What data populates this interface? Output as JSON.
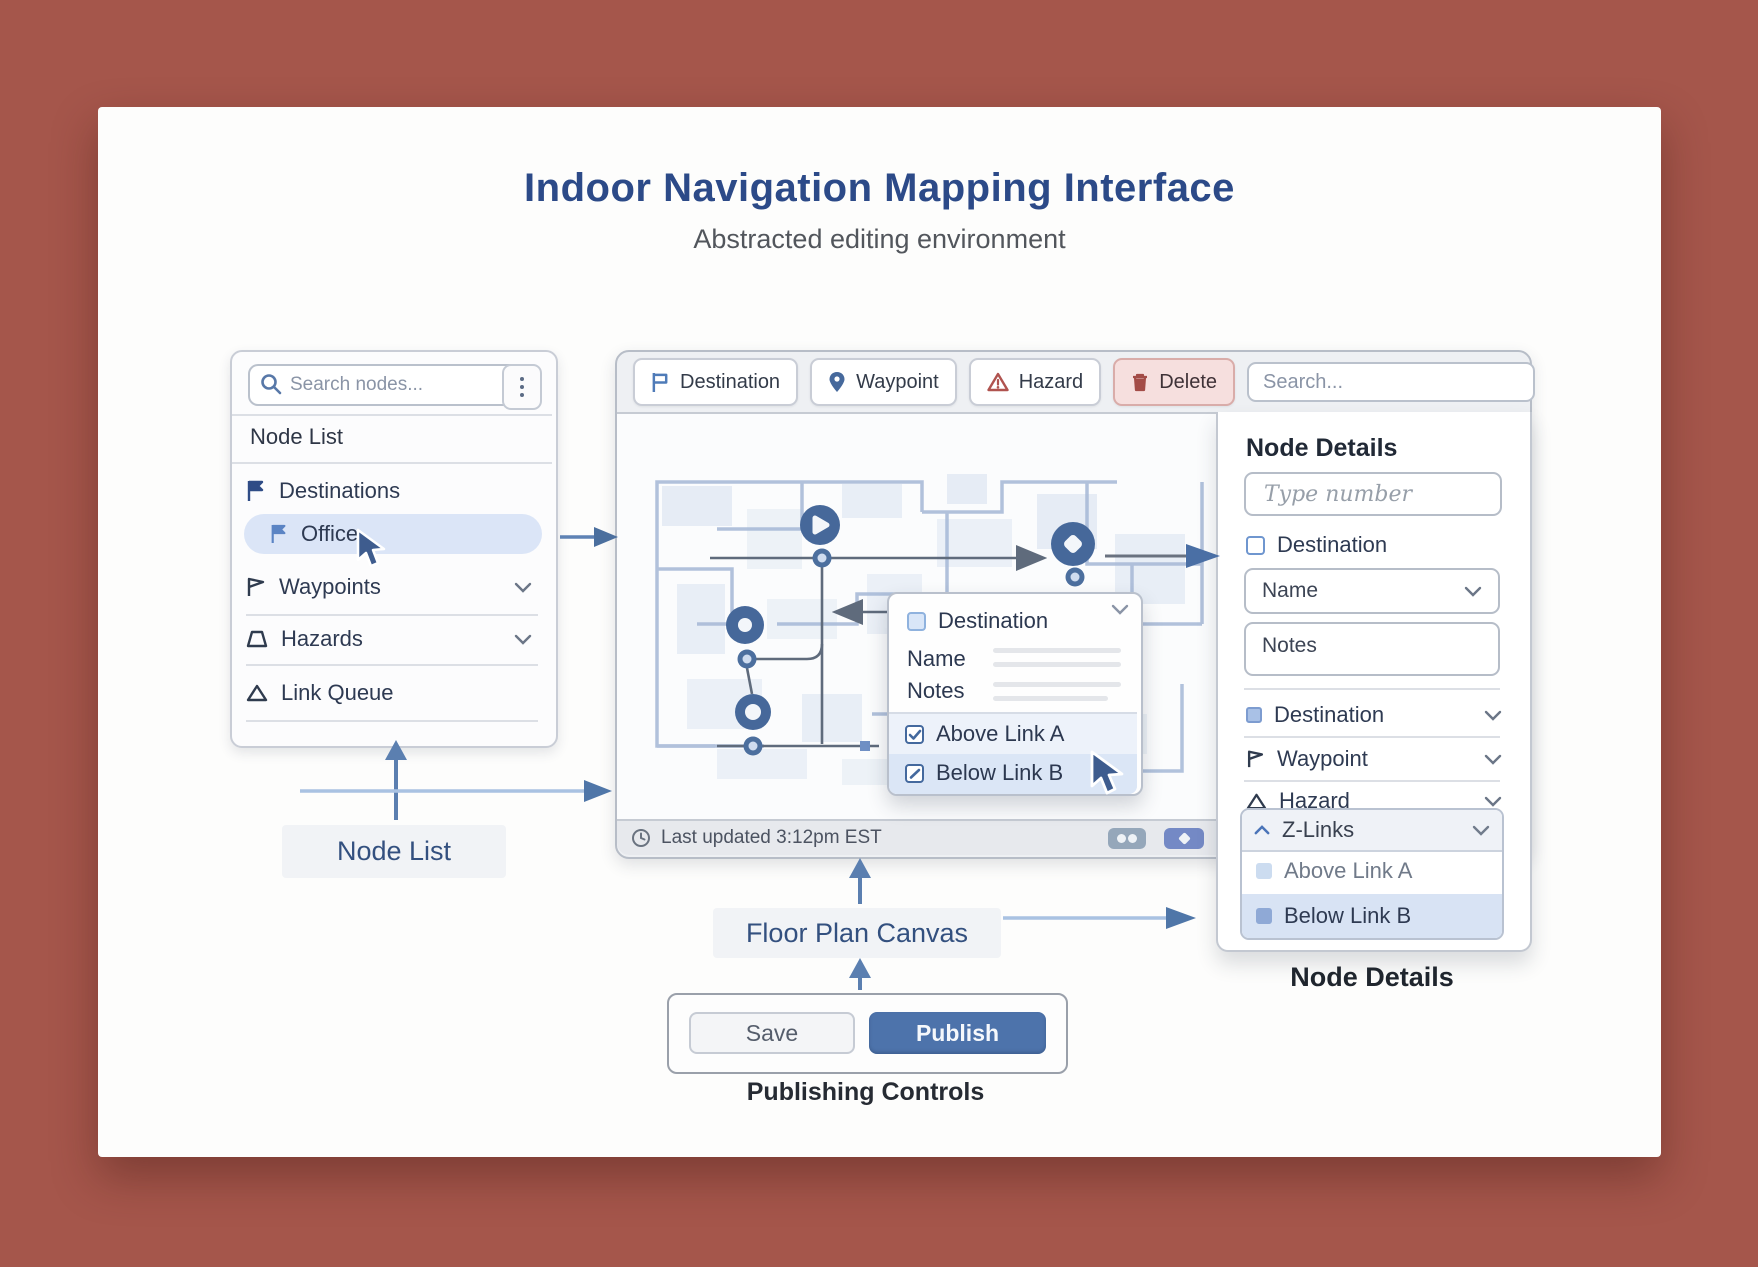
{
  "page": {
    "title": "Indoor Navigation Mapping Interface",
    "subtitle": "Abstracted editing environment"
  },
  "colors": {
    "background": "#a5564b",
    "accent_blue": "#5b7fb0",
    "node_blue": "#46689a",
    "selection_blue": "#dbe5f7",
    "publish_blue": "#4d73ab",
    "danger_red": "#a34c47",
    "title_navy": "#2c4a88"
  },
  "node_list_panel": {
    "search_placeholder": "Search nodes...",
    "menu_icon": "kebab-menu-icon",
    "header": "Node List",
    "items": [
      {
        "label": "Destinations",
        "icon": "flag-icon"
      },
      {
        "label": "Office",
        "icon": "flag-icon",
        "selected": true
      },
      {
        "label": "Waypoints",
        "icon": "pennant-icon",
        "expandable": true
      },
      {
        "label": "Hazards",
        "icon": "triangle-icon",
        "expandable": true
      },
      {
        "label": "Link Queue",
        "icon": "triangle-icon"
      }
    ],
    "caption": "Node List"
  },
  "toolbar": {
    "buttons": [
      {
        "label": "Destination",
        "icon": "flag-icon"
      },
      {
        "label": "Waypoint",
        "icon": "map-pin-icon"
      },
      {
        "label": "Hazard",
        "icon": "warning-triangle-icon"
      },
      {
        "label": "Delete",
        "icon": "trash-icon"
      }
    ],
    "search_placeholder": "Search..."
  },
  "canvas": {
    "caption": "Floor Plan Canvas",
    "status": {
      "last_updated": "Last updated 3:12pm EST",
      "clock_icon": "clock-icon"
    },
    "popup": {
      "destination_label": "Destination",
      "name_label": "Name",
      "notes_label": "Notes",
      "links": [
        {
          "label": "Above Link A",
          "checked": true
        },
        {
          "label": "Below Link B",
          "checked": true,
          "highlighted": true
        }
      ]
    }
  },
  "node_details": {
    "header": "Node Details",
    "number_placeholder": "Type number",
    "destination_checkbox_label": "Destination",
    "name_select_label": "Name",
    "notes_label": "Notes",
    "sections": [
      {
        "label": "Destination",
        "icon": "square-icon"
      },
      {
        "label": "Waypoint",
        "icon": "pennant-icon"
      },
      {
        "label": "Hazard",
        "icon": "triangle-icon"
      }
    ],
    "zlinks": {
      "header": "Z-Links",
      "options": [
        {
          "label": "Above Link A"
        },
        {
          "label": "Below Link B",
          "selected": true
        }
      ]
    },
    "caption": "Node Details"
  },
  "publishing": {
    "save_label": "Save",
    "publish_label": "Publish",
    "caption": "Publishing Controls"
  }
}
